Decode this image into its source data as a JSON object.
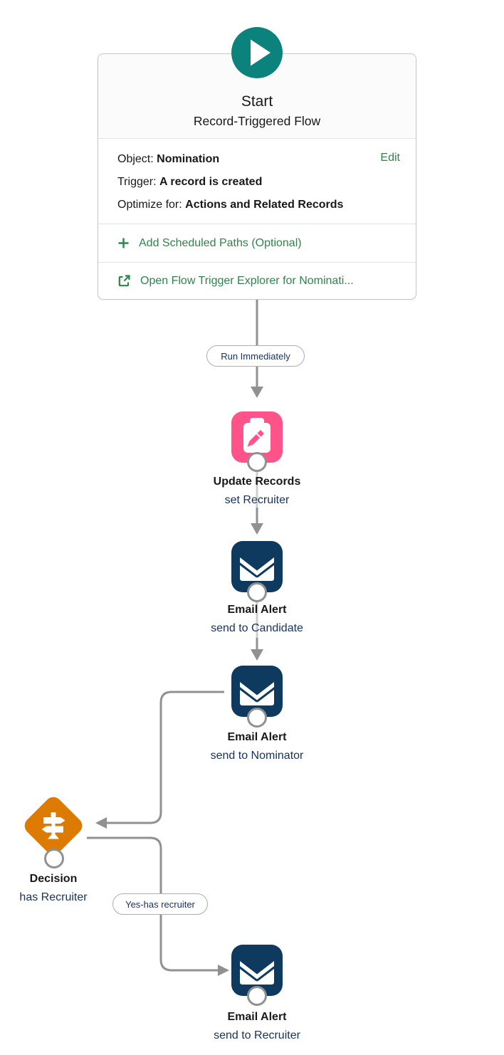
{
  "start_node": {
    "title": "Start",
    "subtitle": "Record-Triggered Flow",
    "edit_label": "Edit",
    "rows": [
      {
        "label": "Object: ",
        "value": "Nomination"
      },
      {
        "label": "Trigger: ",
        "value": "A record is created"
      },
      {
        "label": "Optimize for: ",
        "value": "Actions and Related Records"
      }
    ],
    "scheduled_paths_label": "Add Scheduled Paths (Optional)",
    "explorer_label": "Open Flow Trigger Explorer for Nominati..."
  },
  "connector_labels": {
    "run_immediately": "Run Immediately",
    "yes_has_recruiter": "Yes-has recruiter"
  },
  "elements": [
    {
      "type": "record-update",
      "title": "Update Records",
      "subtitle": "set Recruiter"
    },
    {
      "type": "email-alert",
      "title": "Email Alert",
      "subtitle": "send to Candidate"
    },
    {
      "type": "email-alert",
      "title": "Email Alert",
      "subtitle": "send to Nominator"
    },
    {
      "type": "decision",
      "title": "Decision",
      "subtitle": "has Recruiter"
    },
    {
      "type": "email-alert",
      "title": "Email Alert",
      "subtitle": "send to Recruiter"
    }
  ],
  "colors": {
    "start_teal": "#0b827c",
    "record_update_pink": "#ff538a",
    "email_alert_navy": "#0d3a5e",
    "decision_orange": "#dd7a01",
    "connector_gray": "#919191",
    "link_green": "#2e844a",
    "label_navy": "#16325c",
    "text_dark": "#181818"
  }
}
